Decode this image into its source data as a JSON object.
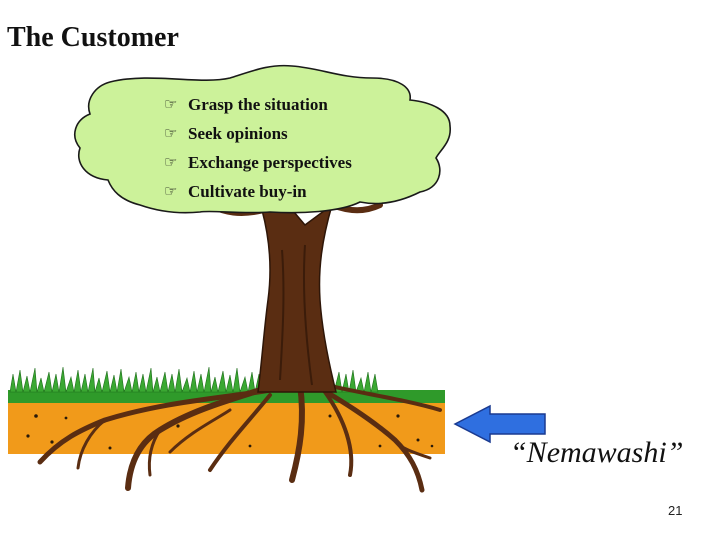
{
  "slide": {
    "title": "The Customer",
    "bullets": [
      "Grasp the situation",
      "Seek opinions",
      "Exchange perspectives",
      "Cultivate buy-in"
    ],
    "bullet_icon": "pointing-hand-icon",
    "annotation": "“Nemawashi”",
    "page_number": "21"
  },
  "colors": {
    "canopy": "#ccf29a",
    "trunk": "#5a2d12",
    "grass": "#2f9a2a",
    "soil": "#f19a1a",
    "arrow": "#2f6fe0"
  }
}
